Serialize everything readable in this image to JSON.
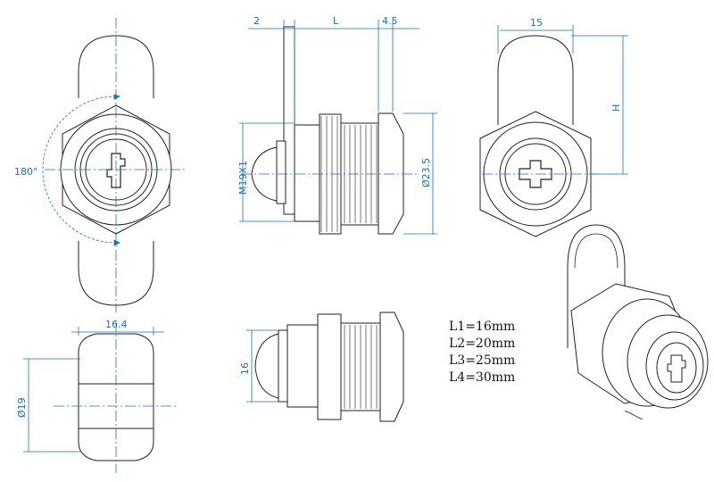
{
  "drawing": {
    "dims": {
      "rotation": "180°",
      "flange_thickness": "2",
      "body_length": "L",
      "nut_gap": "4.5",
      "width_top": "15",
      "height": "H",
      "thread": "M19X1",
      "flange_diameter": "Ø23.5",
      "width_bottom": "16.4",
      "body_diameter": "Ø19",
      "side_height": "16"
    },
    "lengths": [
      "L1=16mm",
      "L2=20mm",
      "L3=25mm",
      "L4=30mm"
    ]
  },
  "colors": {
    "line": "#222222",
    "dimension": "#1a6fc4",
    "fill": "#ffffff"
  }
}
